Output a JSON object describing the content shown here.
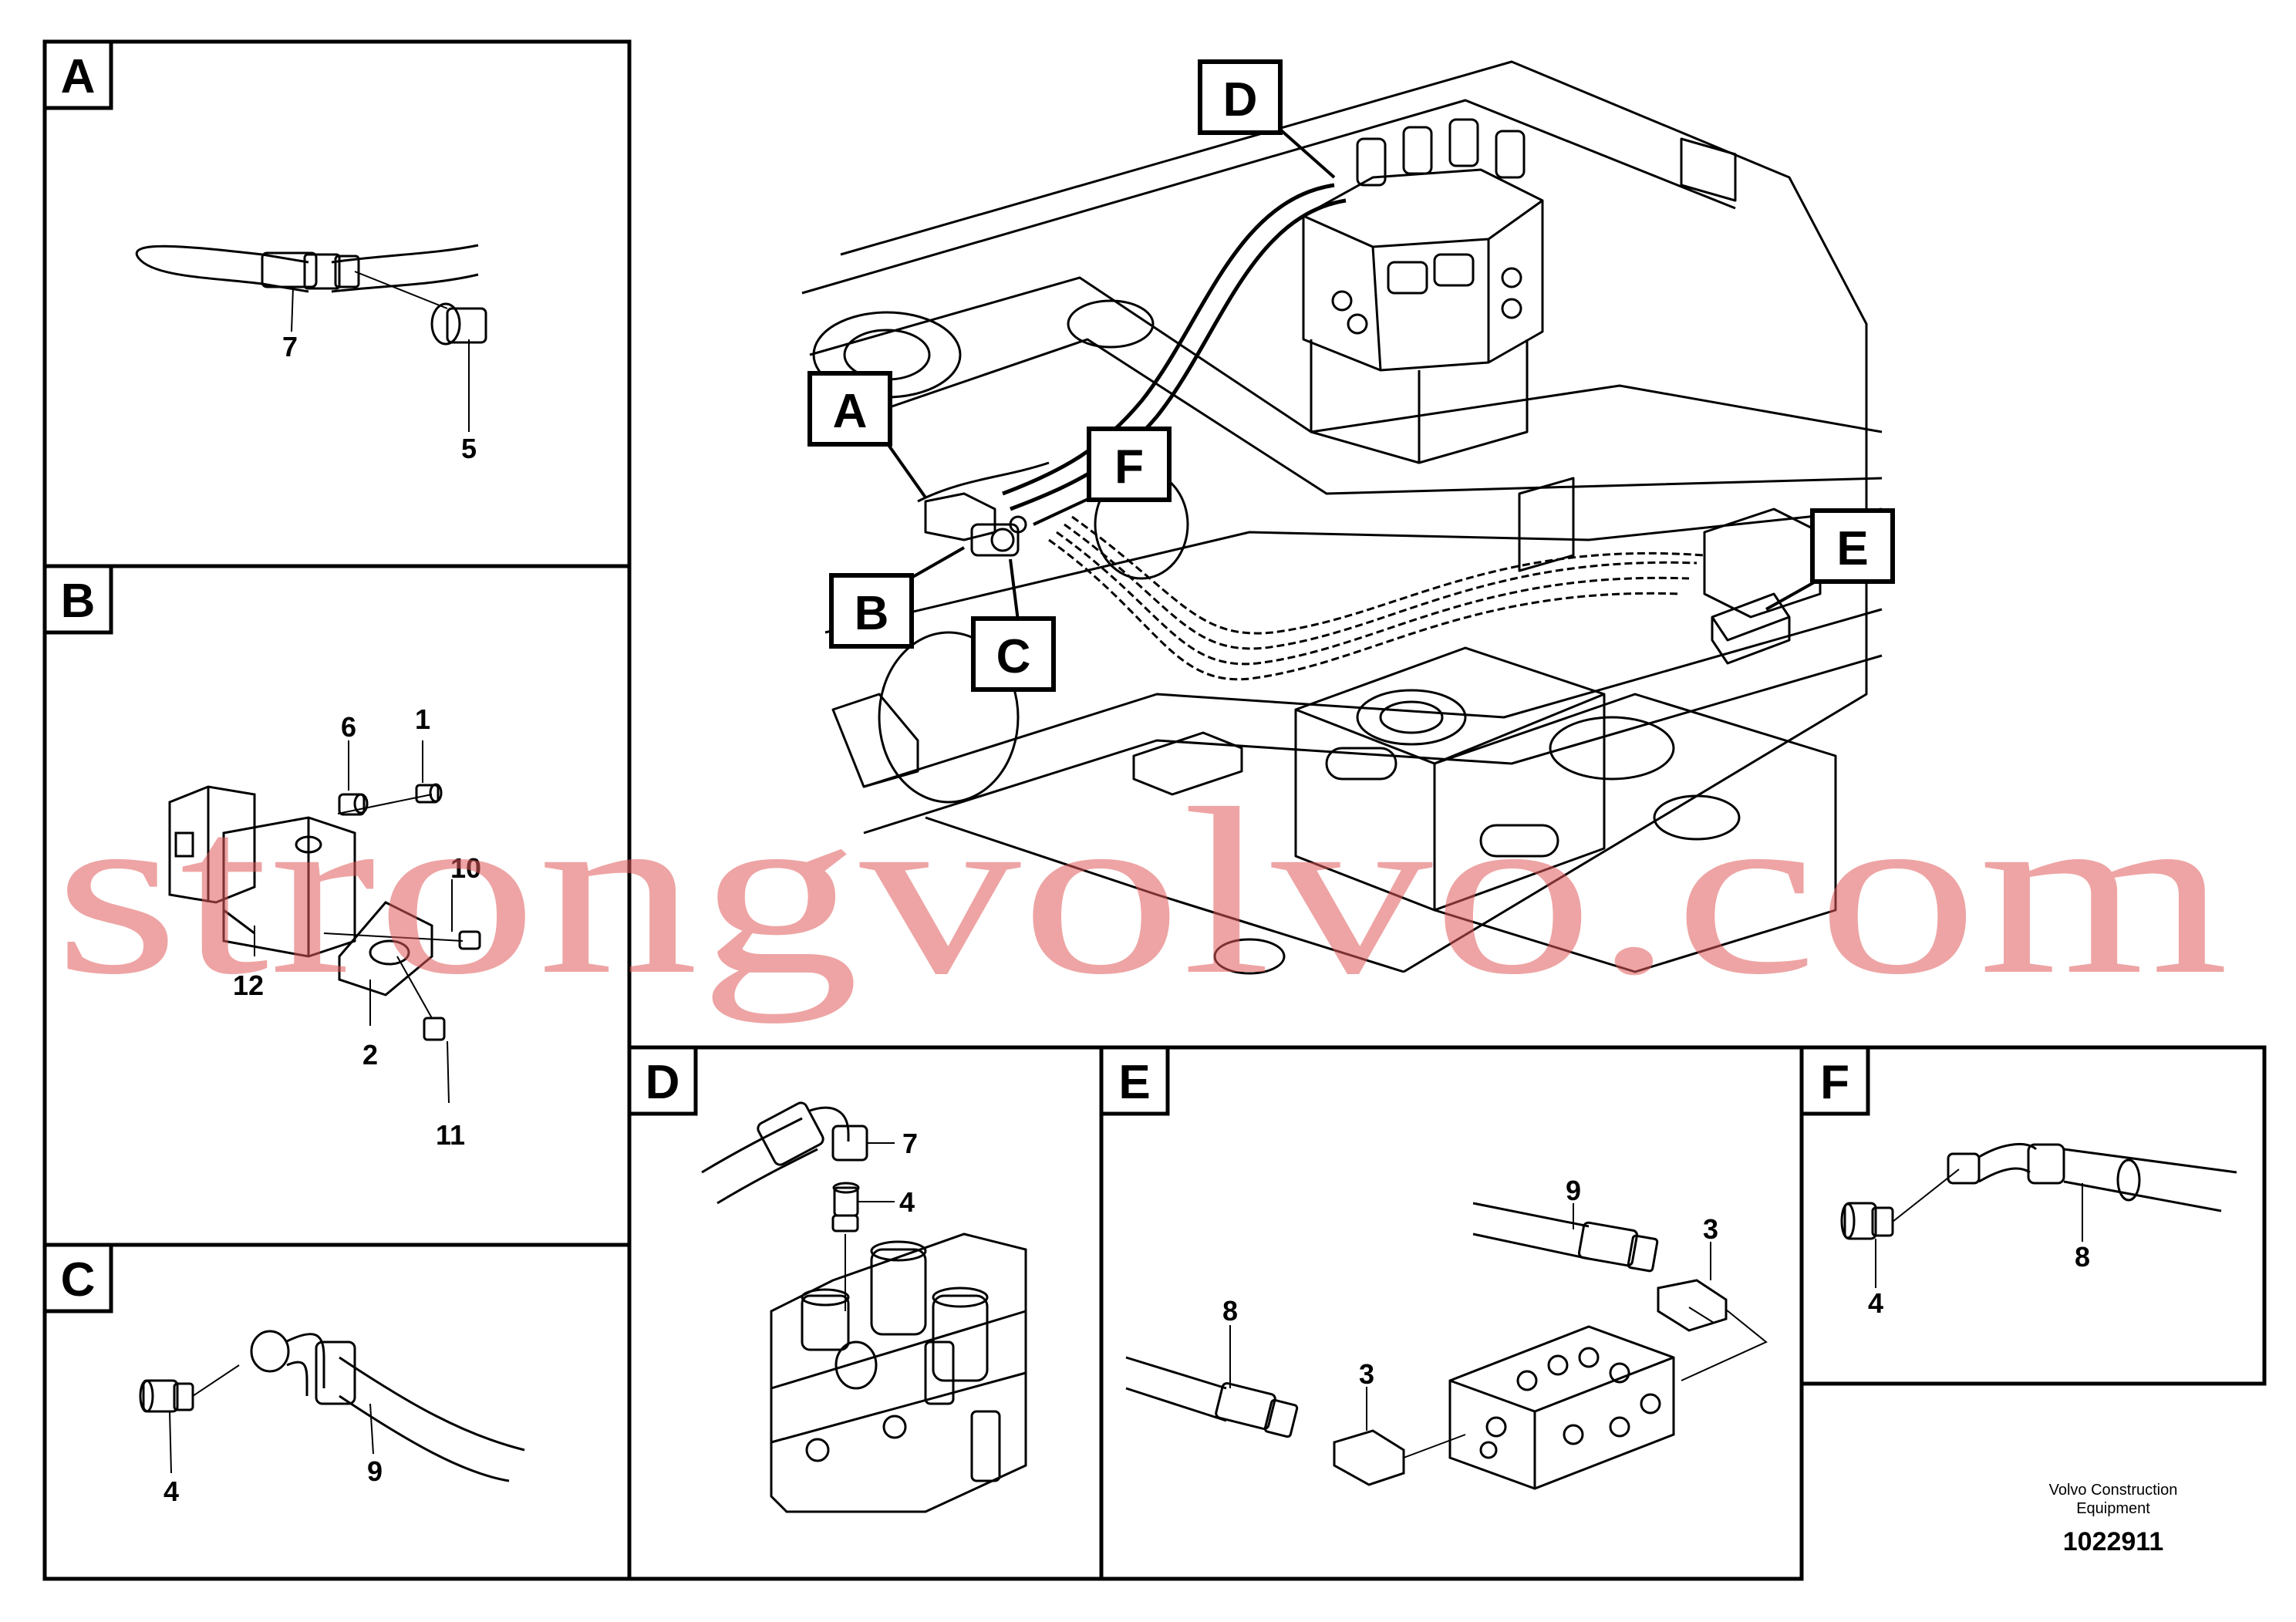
{
  "callouts": {
    "A": "A",
    "B": "B",
    "C": "C",
    "D": "D",
    "E": "E",
    "F": "F"
  },
  "panel_a": {
    "letter": "A",
    "parts": [
      "7",
      "5"
    ]
  },
  "panel_b": {
    "letter": "B",
    "parts": [
      "6",
      "1",
      "10",
      "12",
      "2",
      "11"
    ]
  },
  "panel_c": {
    "letter": "C",
    "parts": [
      "4",
      "9"
    ]
  },
  "panel_d": {
    "letter": "D",
    "parts": [
      "7",
      "4"
    ]
  },
  "panel_e": {
    "letter": "E",
    "parts": [
      "9",
      "3",
      "8",
      "3"
    ]
  },
  "panel_f": {
    "letter": "F",
    "parts": [
      "4",
      "8"
    ]
  },
  "footer": {
    "credit_line1": "Volvo Construction",
    "credit_line2": "Equipment",
    "doc_number": "1022911"
  },
  "watermark": "strongvolvo.com"
}
